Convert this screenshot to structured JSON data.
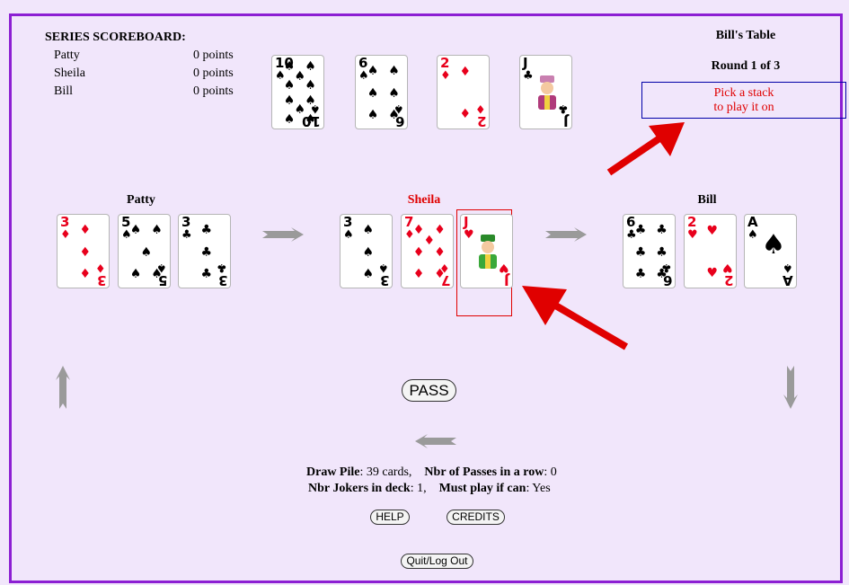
{
  "scoreboard": {
    "title": "SERIES SCOREBOARD:",
    "rows": [
      {
        "name": "Patty",
        "points": "0 points"
      },
      {
        "name": "Sheila",
        "points": "0 points"
      },
      {
        "name": "Bill",
        "points": "0 points"
      }
    ]
  },
  "table": {
    "title": "Bill's Table",
    "round": "Round 1 of 3",
    "message_line1": "Pick a stack",
    "message_line2": "to play it on"
  },
  "stacks": [
    {
      "rank": "10",
      "suit": "♠",
      "color": "black"
    },
    {
      "rank": "6",
      "suit": "♠",
      "color": "black"
    },
    {
      "rank": "2",
      "suit": "♦",
      "color": "red"
    },
    {
      "rank": "J",
      "suit": "♣",
      "color": "black"
    }
  ],
  "players": [
    {
      "name": "Patty",
      "active": false,
      "cards": [
        {
          "rank": "3",
          "suit": "♦",
          "color": "red"
        },
        {
          "rank": "5",
          "suit": "♠",
          "color": "black"
        },
        {
          "rank": "3",
          "suit": "♣",
          "color": "black"
        }
      ]
    },
    {
      "name": "Sheila",
      "active": true,
      "cards": [
        {
          "rank": "3",
          "suit": "♠",
          "color": "black"
        },
        {
          "rank": "7",
          "suit": "♦",
          "color": "red"
        },
        {
          "rank": "J",
          "suit": "♥",
          "color": "red",
          "selected": true
        }
      ]
    },
    {
      "name": "Bill",
      "active": false,
      "cards": [
        {
          "rank": "6",
          "suit": "♣",
          "color": "black"
        },
        {
          "rank": "2",
          "suit": "♥",
          "color": "red"
        },
        {
          "rank": "A",
          "suit": "♠",
          "color": "black"
        }
      ]
    }
  ],
  "buttons": {
    "pass": "PASS",
    "help": "HELP",
    "credits": "CREDITS",
    "quit": "Quit/Log Out"
  },
  "info": {
    "draw_pile_label": "Draw Pile",
    "draw_pile_value": ": 39 cards,",
    "passes_label": "Nbr of Passes in a row",
    "passes_value": ": 0",
    "jokers_label": "Nbr Jokers in deck",
    "jokers_value": ": 1,",
    "must_play_label": "Must play if can",
    "must_play_value": ": Yes"
  },
  "colors": {
    "frame": "#8c1fd3",
    "background": "#f1e6fb",
    "active_player": "#e00000",
    "arrow": "#9a9a9a",
    "annotation_arrow": "#e00000"
  }
}
